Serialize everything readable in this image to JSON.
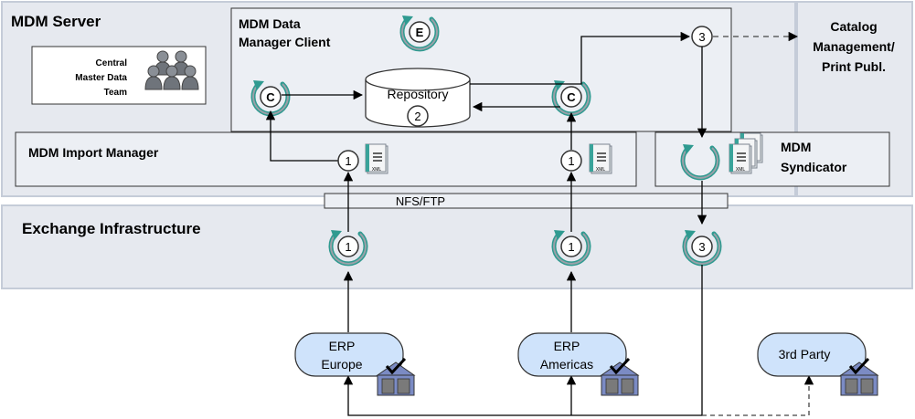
{
  "zones": {
    "mdm_server": "MDM Server",
    "catalog": [
      "Catalog",
      "Management/",
      "Print Publ."
    ],
    "exchange": "Exchange Infrastructure"
  },
  "boxes": {
    "client": [
      "MDM Data",
      "Manager Client"
    ],
    "import_manager": "MDM Import Manager",
    "syndicator": [
      "MDM",
      "Syndicator"
    ],
    "nfs": "NFS/FTP",
    "team": [
      "Central",
      "Master Data",
      "Team"
    ],
    "repository": "Repository"
  },
  "badges": {
    "e": "E",
    "c": "C",
    "two": "2",
    "one": "1",
    "three": "3"
  },
  "systems": {
    "erp_europe": [
      "ERP",
      "Europe"
    ],
    "erp_americas": [
      "ERP",
      "Americas"
    ],
    "third_party": "3rd Party"
  },
  "doc_caption": "XML",
  "colors": {
    "zone_fill": "#e6e9ef",
    "zone_border": "#c5ccd8",
    "box_fill": "#eceff4",
    "ellipse_fill": "#cfe3fb",
    "teal": "#2f9a90",
    "arrow_gray": "#9aa1a8",
    "house_fill": "#7b8bc4"
  },
  "icons": [
    "cycle-arrow-icon",
    "people-group-icon",
    "xml-document-icon",
    "house-check-icon",
    "database-cylinder-icon"
  ]
}
